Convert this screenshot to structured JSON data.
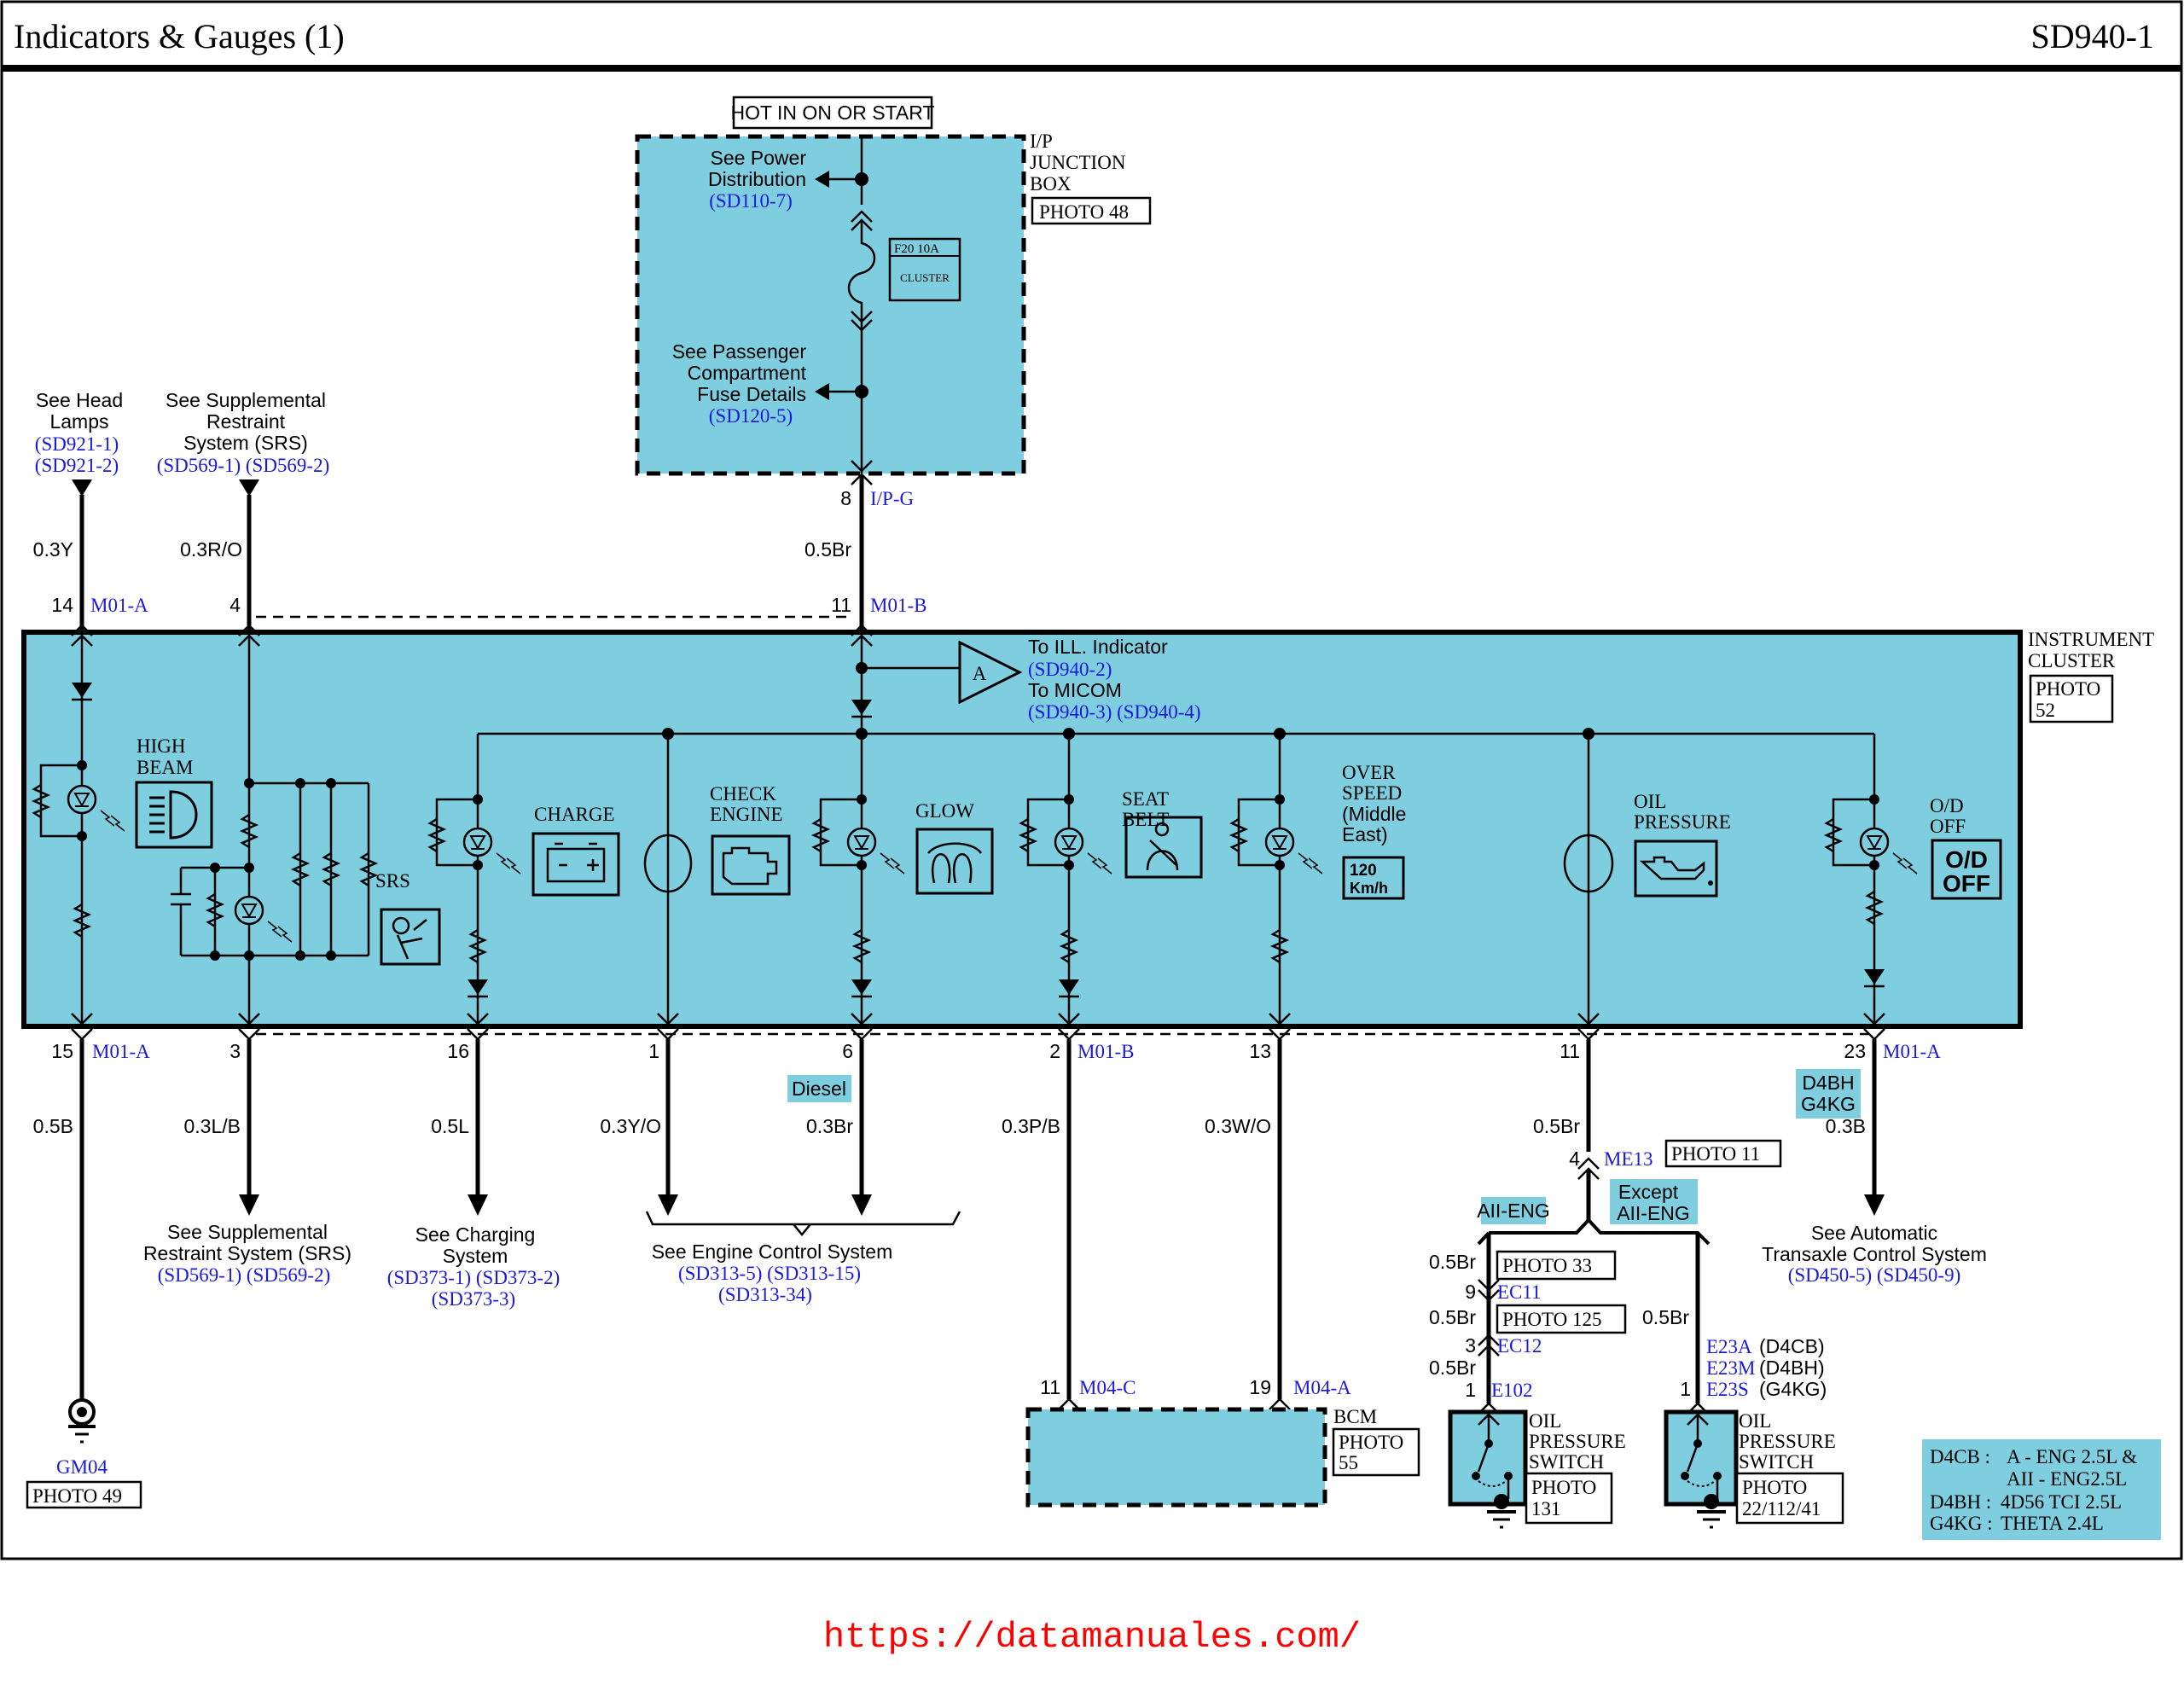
{
  "header": {
    "title": "Indicators & Gauges (1)",
    "page_code": "SD940-1"
  },
  "power_source": {
    "hot_label": "HOT IN ON OR START",
    "junction_box": {
      "name_lines": [
        "I/P",
        "JUNCTION",
        "BOX"
      ],
      "photo": "PHOTO 48",
      "power_dist": {
        "lines": [
          "See Power",
          "Distribution"
        ],
        "ref": "(SD110-7)"
      },
      "fuse": {
        "id": "F20 10A",
        "name": "CLUSTER"
      },
      "pass_comp": {
        "lines": [
          "See Passenger",
          "Compartment",
          "Fuse Details"
        ],
        "ref": "(SD120-5)"
      },
      "out_pin": "8",
      "out_connector": "I/P-G",
      "out_wire": "0.5Br"
    }
  },
  "top_inputs": {
    "head_lamps": {
      "lines": [
        "See Head",
        "Lamps"
      ],
      "refs": [
        "(SD921-1)",
        "(SD921-2)"
      ],
      "wire": "0.3Y",
      "pin": "14",
      "connector": "M01-A"
    },
    "srs": {
      "lines": [
        "See Supplemental",
        "Restraint",
        "System (SRS)"
      ],
      "refs": "(SD569-1) (SD569-2)",
      "wire": "0.3R/O",
      "pin": "4"
    },
    "power": {
      "pin": "11",
      "connector": "M01-B"
    }
  },
  "cluster": {
    "name_lines": [
      "INSTRUMENT",
      "CLUSTER"
    ],
    "photo_lines": [
      "PHOTO",
      "52"
    ],
    "ill_ref": {
      "symbol": "A",
      "line1": "To ILL. Indicator",
      "ref1": "(SD940-2)",
      "line2": "To MICOM",
      "ref2": "(SD940-3) (SD940-4)"
    },
    "indicators": {
      "high_beam": [
        "HIGH",
        "BEAM"
      ],
      "srs": "SRS",
      "charge": "CHARGE",
      "check_engine": [
        "CHECK",
        "ENGINE"
      ],
      "glow": "GLOW",
      "seat_belt": [
        "SEAT",
        "BELT"
      ],
      "over_speed": [
        "OVER",
        "SPEED",
        "(Middle",
        "East)"
      ],
      "over_speed_icon": [
        "120",
        "Km/h"
      ],
      "oil_pressure": [
        "OIL",
        "PRESSURE"
      ],
      "od_off": [
        "O/D",
        "OFF"
      ],
      "od_off_icon": [
        "O/D",
        "OFF"
      ]
    }
  },
  "bottom_outputs": [
    {
      "pin": "15",
      "connector": "M01-A",
      "wire": "0.5B"
    },
    {
      "pin": "3",
      "wire": "0.3L/B"
    },
    {
      "pin": "16",
      "wire": "0.5L"
    },
    {
      "pin": "1",
      "wire": "0.3Y/O"
    },
    {
      "pin": "6",
      "wire": "0.3Br",
      "tag": "Diesel"
    },
    {
      "pin": "2",
      "connector": "M01-B",
      "wire": "0.3P/B"
    },
    {
      "pin": "13",
      "wire": "0.3W/O"
    },
    {
      "pin": "11",
      "wire": "0.5Br"
    },
    {
      "pin": "23",
      "connector": "M01-A",
      "wire": "0.3B",
      "tag": [
        "D4BH",
        "G4KG"
      ]
    }
  ],
  "destinations": {
    "ground": {
      "name": "GM04",
      "photo": "PHOTO 49"
    },
    "srs": {
      "lines": [
        "See Supplemental",
        "Restraint System (SRS)"
      ],
      "refs": "(SD569-1) (SD569-2)"
    },
    "charging": {
      "lines": [
        "See Charging",
        "System"
      ],
      "refs": [
        "(SD373-1) (SD373-2)",
        "(SD373-3)"
      ]
    },
    "engine": {
      "line": "See Engine Control System",
      "refs": [
        "(SD313-5) (SD313-15)",
        "(SD313-34)"
      ]
    },
    "atcs": {
      "lines": [
        "See Automatic",
        "Transaxle Control System"
      ],
      "refs": "(SD450-5) (SD450-9)"
    },
    "bcm": {
      "name": "BCM",
      "photo_lines": [
        "PHOTO",
        "55"
      ],
      "pin_a": "11",
      "conn_a": "M04-C",
      "pin_b": "19",
      "conn_b": "M04-A"
    }
  },
  "oil_circuit": {
    "me13": {
      "pin": "4",
      "connector": "ME13",
      "photo": "PHOTO 11"
    },
    "tag_all": "AII-ENG",
    "tag_except": [
      "Except",
      "AII-ENG"
    ],
    "left_branch": {
      "wire1": "0.5Br",
      "photo1": "PHOTO 33",
      "pin1": "9",
      "conn1": "EC11",
      "wire2": "0.5Br",
      "photo2": "PHOTO 125",
      "pin2": "3",
      "conn2": "EC12",
      "wire3": "0.5Br",
      "pin3": "1",
      "conn3": "E102",
      "switch_lines": [
        "OIL",
        "PRESSURE",
        "SWITCH"
      ],
      "switch_photo": [
        "PHOTO",
        "131"
      ]
    },
    "right_branch": {
      "wire": "0.5Br",
      "conns": [
        {
          "conn": "E23A",
          "variant": "(D4CB)"
        },
        {
          "conn": "E23M",
          "variant": "(D4BH)"
        },
        {
          "conn": "E23S",
          "variant": "(G4KG)"
        }
      ],
      "pin": "1",
      "switch_lines": [
        "OIL",
        "PRESSURE",
        "SWITCH"
      ],
      "switch_photo": [
        "PHOTO",
        "22/112/41"
      ]
    }
  },
  "legend": [
    {
      "code": "D4CB :",
      "desc": "A - ENG 2.5L &"
    },
    {
      "code": "",
      "desc": "AII - ENG2.5L"
    },
    {
      "code": "D4BH :",
      "desc": "4D56 TCI 2.5L"
    },
    {
      "code": "G4KG :",
      "desc": "THETA 2.4L"
    }
  ],
  "watermark": "https://datamanuales.com/",
  "colors": {
    "module_fill": "#7fcee0",
    "ref_text": "#1a1adc",
    "watermark": "#ff0000"
  }
}
